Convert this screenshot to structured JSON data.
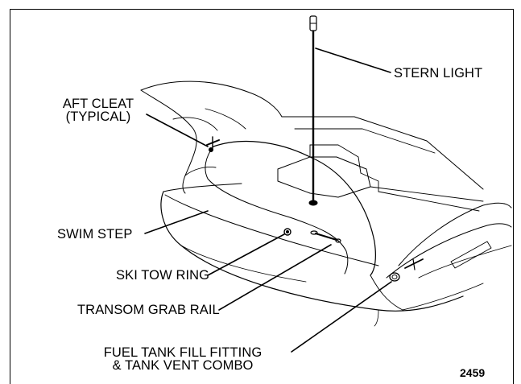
{
  "labels": {
    "stern_light": "STERN LIGHT",
    "aft_cleat_line1": "AFT CLEAT",
    "aft_cleat_line2": "(TYPICAL)",
    "swim_step": "SWIM STEP",
    "ski_tow_ring": "SKI TOW RING",
    "transom_grab_rail": "TRANSOM GRAB RAIL",
    "fuel_line1": "FUEL TANK FILL FITTING",
    "fuel_line2": "& TANK VENT COMBO"
  },
  "figure_number": "2459"
}
